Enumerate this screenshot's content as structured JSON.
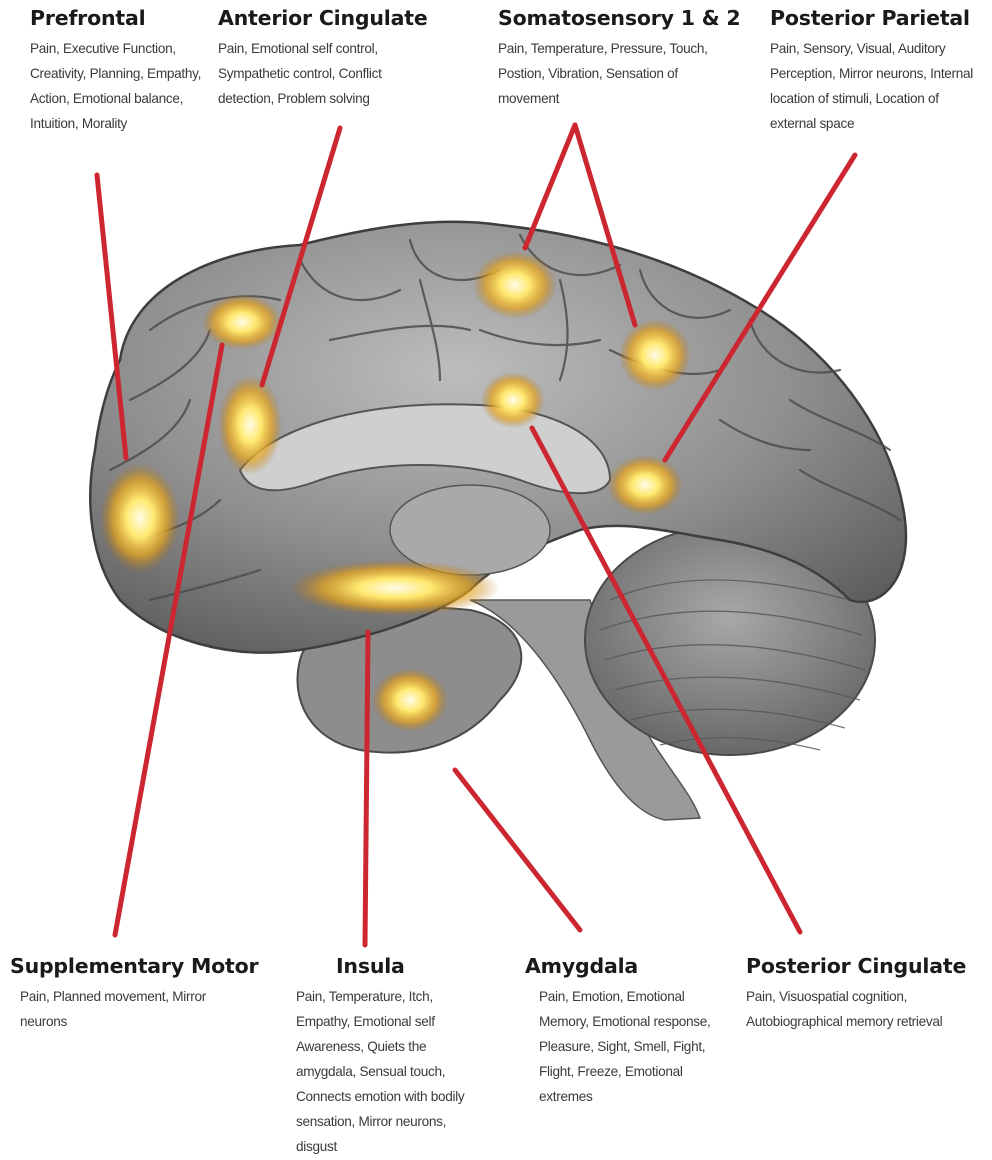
{
  "regions": [
    {
      "id": "prefrontal",
      "title": "Prefrontal",
      "desc": "Pain, Executive Function, Creativity, Planning, Empathy, Action, Emotional balance, Intuition, Morality"
    },
    {
      "id": "anterior-cingulate",
      "title": "Anterior Cingulate",
      "desc": "Pain, Emotional self control, Sympathetic control, Conflict detection, Problem solving"
    },
    {
      "id": "somatosensory",
      "title": "Somatosensory 1 & 2",
      "desc": "Pain, Temperature, Pressure, Touch, Postion, Vibration, Sensation of movement"
    },
    {
      "id": "posterior-parietal",
      "title": "Posterior Parietal",
      "desc": "Pain, Sensory, Visual, Auditory Perception, Mirror neurons, Internal location of stimuli, Location of external space"
    },
    {
      "id": "supplementary-motor",
      "title": "Supplementary Motor",
      "desc": "Pain, Planned movement, Mirror neurons"
    },
    {
      "id": "insula",
      "title": "Insula",
      "desc": "Pain, Temperature, Itch, Empathy, Emotional self Awareness, Quiets the amygdala, Sensual touch, Connects emotion with bodily sensation, Mirror neurons, disgust"
    },
    {
      "id": "amygdala",
      "title": "Amygdala",
      "desc": "Pain, Emotion, Emotional Memory, Emotional response, Pleasure, Sight, Smell, Fight, Flight, Freeze, Emotional extremes"
    },
    {
      "id": "posterior-cingulate",
      "title": "Posterior Cingulate",
      "desc": "Pain, Visuospatial cognition, Autobiographical memory retrieval"
    }
  ],
  "colors": {
    "pointer_line": "#cc2630",
    "glow_core": "#fffce0",
    "glow_mid": "#ffd23a",
    "brain_cortex": "#8c8c8c"
  }
}
